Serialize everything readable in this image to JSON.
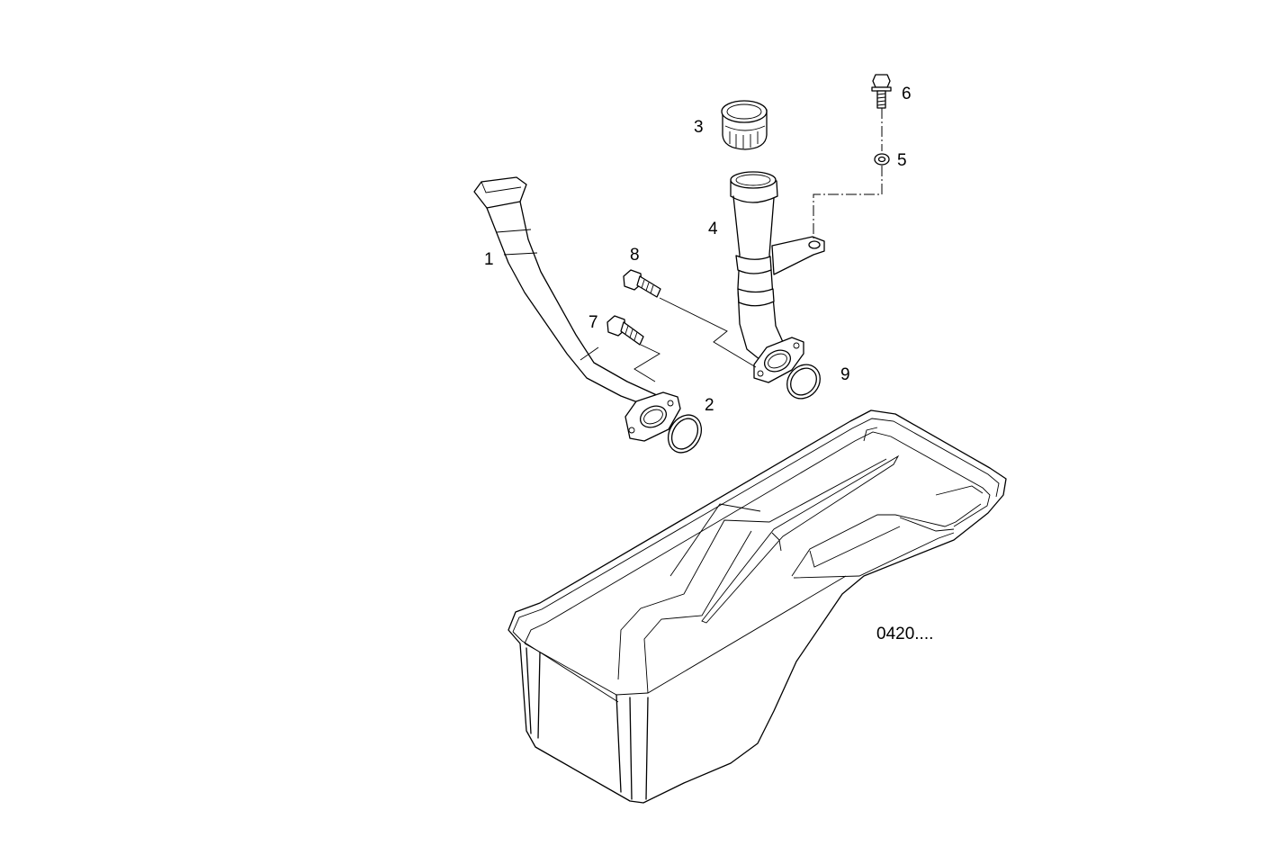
{
  "diagram": {
    "reference_code": "0420....",
    "callouts": [
      {
        "id": "1",
        "label": "1"
      },
      {
        "id": "2",
        "label": "2"
      },
      {
        "id": "3",
        "label": "3"
      },
      {
        "id": "4",
        "label": "4"
      },
      {
        "id": "5",
        "label": "5"
      },
      {
        "id": "6",
        "label": "6"
      },
      {
        "id": "7",
        "label": "7"
      },
      {
        "id": "8",
        "label": "8"
      },
      {
        "id": "9",
        "label": "9"
      }
    ],
    "line_color": "#000000",
    "background": "#ffffff"
  }
}
